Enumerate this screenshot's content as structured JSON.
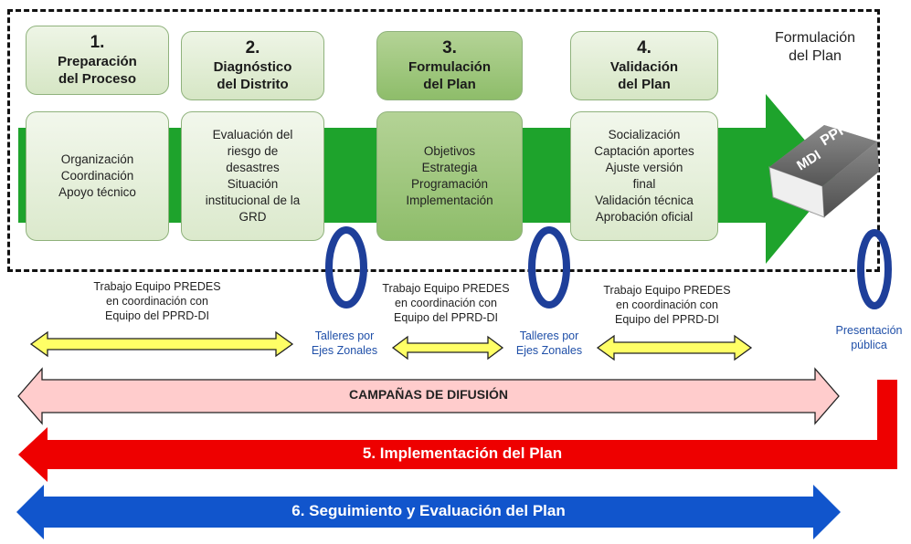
{
  "stages": [
    {
      "number": "1.",
      "title_lines": [
        "Preparación",
        "del Proceso"
      ],
      "items": [
        "Organización",
        "Coordinación",
        "Apoyo técnico"
      ]
    },
    {
      "number": "2.",
      "title_lines": [
        "Diagnóstico",
        "del Distrito"
      ],
      "items": [
        "Evaluación del",
        "riesgo de",
        "desastres",
        "Situación",
        "institucional de la",
        "GRD"
      ]
    },
    {
      "number": "3.",
      "title_lines": [
        "Formulación",
        "del Plan"
      ],
      "items": [
        "Objetivos",
        "Estrategia",
        "Programación",
        "Implementación"
      ]
    },
    {
      "number": "4.",
      "title_lines": [
        "Validación",
        "del Plan"
      ],
      "items": [
        "Socialización",
        "Captación aportes",
        "Ajuste versión",
        "final",
        "Validación técnica",
        "Aprobación oficial"
      ]
    }
  ],
  "formulation_label": [
    "Formulación",
    "del Plan"
  ],
  "book": {
    "line1": "PPRRD",
    "line2": "MDI"
  },
  "team_notes": [
    [
      "Trabajo Equipo PREDES",
      "en coordinación con",
      "Equipo del PPRD-DI"
    ],
    [
      "Trabajo Equipo PREDES",
      "en coordinación con",
      "Equipo del PPRD-DI"
    ],
    [
      "Trabajo Equipo PREDES",
      "en coordinación con",
      "Equipo del PPRD-DI"
    ]
  ],
  "workshops": [
    [
      "Talleres por",
      "Ejes Zonales"
    ],
    [
      "Talleres por",
      "Ejes Zonales"
    ]
  ],
  "presentation": [
    "Presentación",
    "pública"
  ],
  "campaigns_label": "CAMPAÑAS DE DIFUSIÓN",
  "implementation_label": "5. Implementación del Plan",
  "monitoring_label": "6. Seguimiento y Evaluación del Plan",
  "colors": {
    "green_arrow": "#1ea32c",
    "yellow_arrow": "#ffff66",
    "pink_arrow": "#ffcccc",
    "red_arrow": "#ee0000",
    "blue_arrow": "#1155cc",
    "ring_blue": "#1e3f9a",
    "book_grey": "#6d6d6d"
  }
}
